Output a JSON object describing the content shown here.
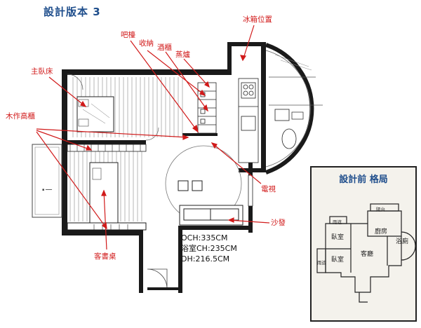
{
  "title": "設計版本 3",
  "labels": {
    "fridge": "冰箱位置",
    "bar": "吧檯",
    "storage": "收納",
    "wine": "酒櫃",
    "oven": "蒸爐",
    "master_bed": "主臥床",
    "wood_cabinet": "木作高櫃",
    "tv": "電視",
    "sofa": "沙發",
    "desk": "客書桌"
  },
  "dimensions": {
    "och": "OCH:335CM",
    "bath_ch": "浴室CH:235CM",
    "dh": "DH:216.5CM"
  },
  "inset": {
    "title": "設計前 格局",
    "rooms": {
      "bedroom_a": "臥室",
      "bedroom_b": "臥室",
      "kitchen": "廚房",
      "living": "客廳",
      "bath": "浴廁",
      "balcony_top": "陽台",
      "rain_top": "雨遮",
      "rain_left": "雨遮"
    }
  },
  "colors": {
    "annotation": "#d11a1a",
    "title": "#1f4e8c",
    "wall": "#1a1a1a"
  }
}
